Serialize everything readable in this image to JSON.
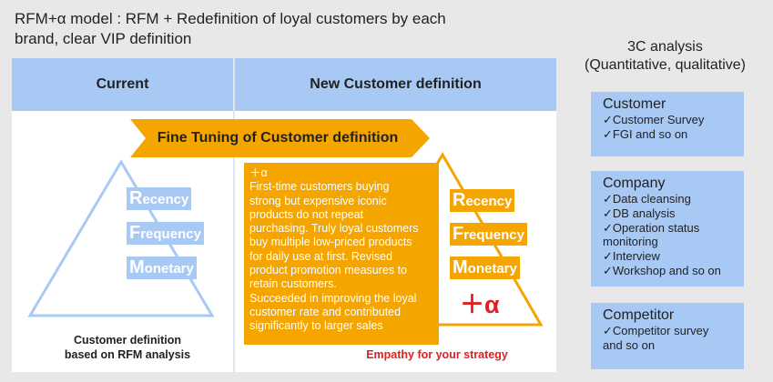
{
  "title": "RFM+α model : RFM + Redefinition of loyal customers by each brand, clear VIP definition",
  "header": {
    "current": "Current",
    "new_definition": "New Customer definition"
  },
  "arrow_label": "Fine Tuning of Customer definition",
  "rfm_left": [
    {
      "initial": "R",
      "rest": "ecency"
    },
    {
      "initial": "F",
      "rest": "requency"
    },
    {
      "initial": "M",
      "rest": "onetary"
    }
  ],
  "rfm_right": [
    {
      "initial": "R",
      "rest": "ecency"
    },
    {
      "initial": "F",
      "rest": "requency"
    },
    {
      "initial": "M",
      "rest": "onetary"
    }
  ],
  "plus_alpha": "＋α",
  "note": {
    "heading": "＋α",
    "lines": [
      "First-time customers buying",
      "strong but expensive iconic",
      "products do not repeat",
      "purchasing. Truly loyal customers",
      "buy multiple low-priced products",
      "for daily use at first. Revised",
      "product promotion measures to",
      "retain customers.",
      "Succeeded in improving the loyal",
      "customer rate and contributed",
      "significantly to larger sales"
    ]
  },
  "caption_left": [
    "Customer definition",
    "based on RFM analysis"
  ],
  "caption_right": "Empathy for your strategy",
  "three_c": {
    "title_line1": "3C analysis",
    "title_line2": "(Quantitative, qualitative)",
    "customer": {
      "heading": "Customer",
      "items": [
        "✓Customer Survey",
        "✓FGI and so on"
      ]
    },
    "company": {
      "heading": "Company",
      "items": [
        "✓Data cleansing",
        "✓DB analysis",
        "✓Operation status",
        "monitoring",
        "✓Interview",
        "✓Workshop and so on"
      ]
    },
    "competitor": {
      "heading": "Competitor",
      "items": [
        "✓Competitor survey",
        "and so on"
      ]
    }
  },
  "colors": {
    "header_blue": "#a9c9f5",
    "accent_orange": "#f5a500",
    "alert_red": "#e02020"
  }
}
